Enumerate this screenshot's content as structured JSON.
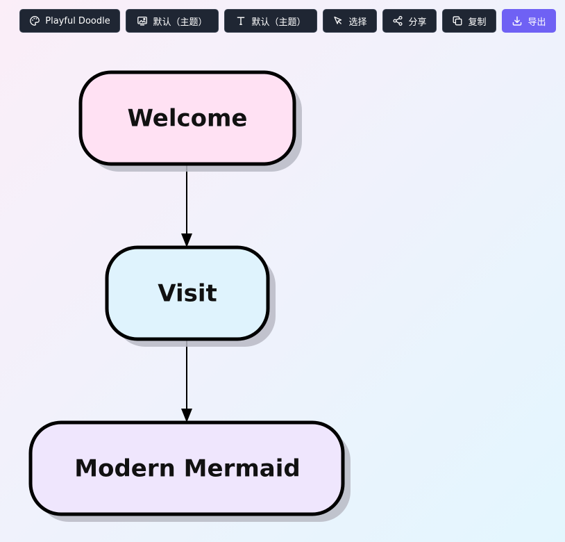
{
  "toolbar": {
    "buttons": [
      {
        "label": "Playful Doodle",
        "icon": "palette-icon"
      },
      {
        "label": "默认（主题）",
        "icon": "image-icon"
      },
      {
        "label": "默认（主题）",
        "icon": "text-icon"
      },
      {
        "label": "选择",
        "icon": "cursor-icon"
      },
      {
        "label": "分享",
        "icon": "share-icon"
      },
      {
        "label": "复制",
        "icon": "copy-icon"
      },
      {
        "label": "导出",
        "icon": "download-icon"
      }
    ],
    "accent": "#6f61f4"
  },
  "diagram": {
    "type": "flowchart",
    "direction": "top-down",
    "nodes": [
      {
        "id": "welcome",
        "label": "Welcome",
        "fill": "#ffe1f3"
      },
      {
        "id": "visit",
        "label": "Visit",
        "fill": "#dff3fd"
      },
      {
        "id": "modern",
        "label": "Modern Mermaid",
        "fill": "#efe6fd"
      }
    ],
    "edges": [
      {
        "from": "welcome",
        "to": "visit"
      },
      {
        "from": "visit",
        "to": "modern"
      }
    ]
  }
}
